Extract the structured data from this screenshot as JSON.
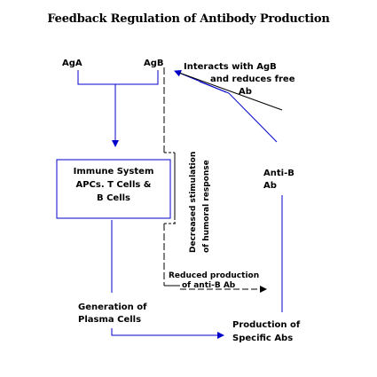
{
  "title": "Feedback Regulation of Antibody Production",
  "antigens": {
    "a": "AgA",
    "b": "AgB"
  },
  "box": {
    "line1": "Immune System",
    "line2": "APCs. T  Cells &",
    "line3": "B Cells"
  },
  "feedback": {
    "line1": "Interacts with AgB",
    "line2": "and reduces free",
    "line3": "Ab"
  },
  "vertical_labels": {
    "decreased": "Decreased stimulation",
    "humoral": "of humoral response"
  },
  "antibody": {
    "line1": "Anti-B",
    "line2": "Ab"
  },
  "reduced": {
    "line1": "Reduced production",
    "line2": "of anti-B Ab"
  },
  "generation": {
    "line1": "Generation of",
    "line2": "Plasma Cells"
  },
  "production": {
    "line1": "Production of",
    "line2": "Specific Abs"
  },
  "colors": {
    "arrow": "#0000cc",
    "text": "#000000"
  }
}
